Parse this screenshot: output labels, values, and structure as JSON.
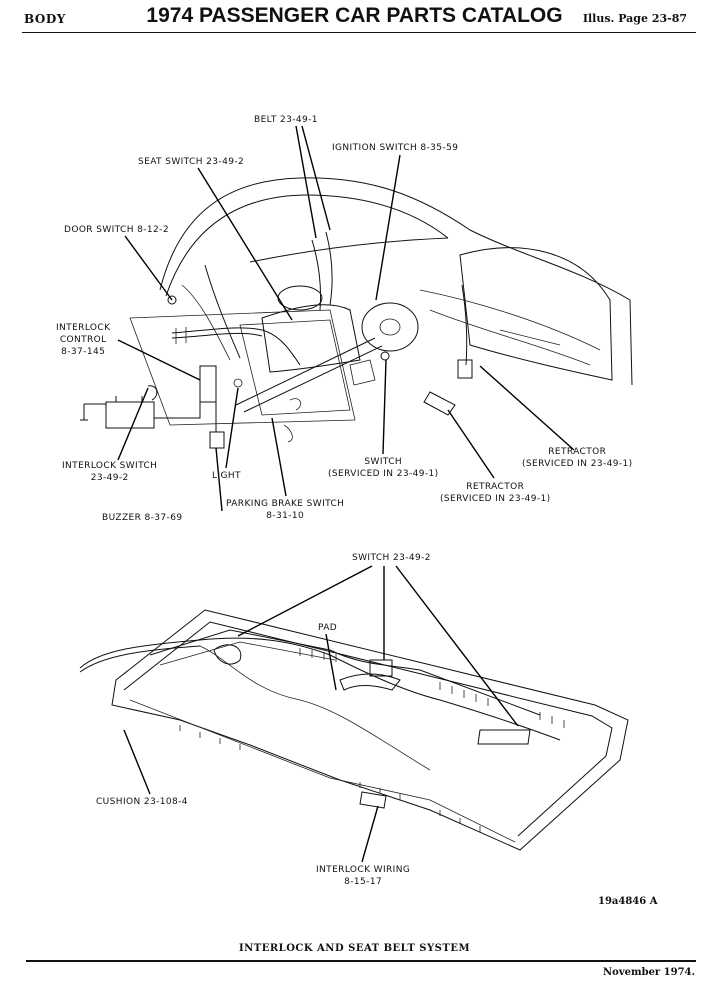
{
  "header": {
    "section": "BODY",
    "title": "1974 PASSENGER CAR PARTS CATALOG",
    "page": "Illus. Page 23-87"
  },
  "upper_labels": {
    "belt": "BELT 23-49-1",
    "ignition_switch": "IGNITION SWITCH 8-35-59",
    "seat_switch": "SEAT SWITCH 23-49-2",
    "door_switch": "DOOR SWITCH 8-12-2",
    "interlock_control": [
      "INTERLOCK",
      "CONTROL",
      "8-37-145"
    ],
    "interlock_switch": [
      "INTERLOCK SWITCH",
      "23-49-2"
    ],
    "light": "LIGHT",
    "buzzer": "BUZZER 8-37-69",
    "parking_brake_switch": [
      "PARKING BRAKE SWITCH",
      "8-31-10"
    ],
    "switch": [
      "SWITCH",
      "(SERVICED IN 23-49-1)"
    ],
    "retractor_lower": [
      "RETRACTOR",
      "(SERVICED IN 23-49-1)"
    ],
    "retractor_upper": [
      "RETRACTOR",
      "(SERVICED IN 23-49-1)"
    ]
  },
  "lower_labels": {
    "switch": "SWITCH 23-49-2",
    "pad": "PAD",
    "cushion": "CUSHION 23-108-4",
    "interlock_wiring": [
      "INTERLOCK WIRING",
      "8-15-17"
    ]
  },
  "figure_code": "19a4846 A",
  "caption": "INTERLOCK AND SEAT BELT SYSTEM",
  "footer_date": "November 1974."
}
